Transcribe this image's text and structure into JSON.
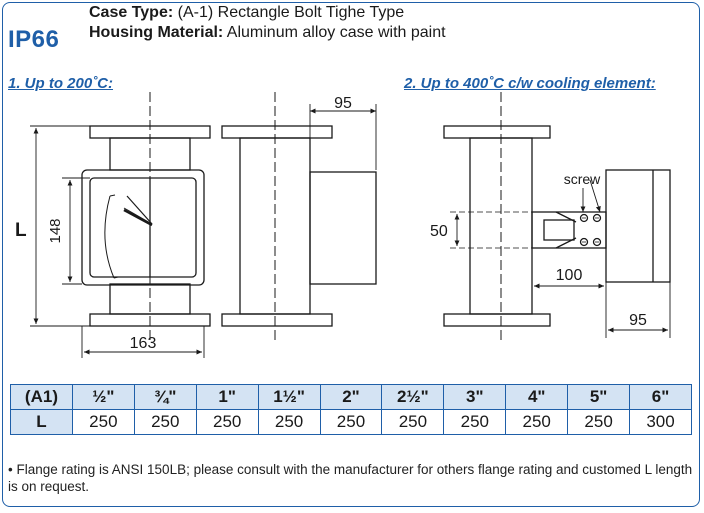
{
  "ip_rating": "IP66",
  "case_type": {
    "label": "Case Type:",
    "value": "(A-1) Rectangle Bolt Tighe Type"
  },
  "housing": {
    "label": "Housing Material:",
    "value": "Aluminum alloy case with paint"
  },
  "sections": [
    {
      "title": "1. Up to 200˚C:"
    },
    {
      "title": "2. Up to 400˚C c/w cooling element:"
    }
  ],
  "drawing_labels": {
    "dim_95_top": "95",
    "dim_L": "L",
    "dim_148": "148",
    "dim_163": "163",
    "screw": "screw",
    "dim_50": "50",
    "dim_100": "100",
    "dim_95_bottom": "95"
  },
  "table": {
    "header_label": "(A1)",
    "sizes": [
      "½\"",
      "¾\"",
      "1\"",
      "1½\"",
      "2\"",
      "2½\"",
      "3\"",
      "4\"",
      "5\"",
      "6\""
    ],
    "row_label": "L",
    "values": [
      "250",
      "250",
      "250",
      "250",
      "250",
      "250",
      "250",
      "250",
      "250",
      "300"
    ]
  },
  "note": "• Flange rating is ANSI 150LB; please consult with the manufacturer for others flange rating and customed L length is on request.",
  "colors": {
    "accent": "#1f5fa8",
    "table_header_bg": "#d4e3f3"
  }
}
